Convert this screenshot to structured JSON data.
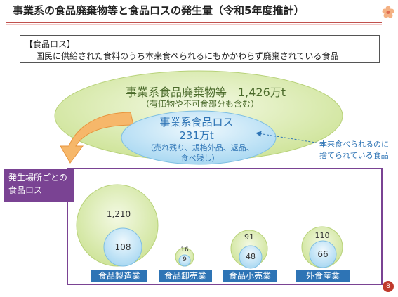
{
  "header": {
    "title": "事業系の食品廃棄物等と食品ロスの発生量（令和5年度推計）"
  },
  "definition": {
    "heading": "【食品ロス】",
    "body": "国民に供給された食料のうち本来食べられるにもかかわらず廃棄されている食品"
  },
  "outer_ellipse": {
    "title": "事業系食品廃棄物等　1,426万t",
    "subtitle": "（有価物や不可食部分も含む）"
  },
  "inner_ellipse": {
    "title": "事業系食品ロス",
    "value": "231万t",
    "note1": "（売れ残り、規格外品、返品、",
    "note2": "食べ残し）"
  },
  "annotation": {
    "line1": "本来食べられるのに",
    "line2": "捨てられている食品"
  },
  "side_label": {
    "line1": "発生場所ごとの",
    "line2": "食品ロス"
  },
  "categories": [
    {
      "name": "食品製造業",
      "waste": "1,210",
      "loss": "108"
    },
    {
      "name": "食品卸売業",
      "waste": "16",
      "loss": "9"
    },
    {
      "name": "食品小売業",
      "waste": "91",
      "loss": "48"
    },
    {
      "name": "外食産業",
      "waste": "110",
      "loss": "66"
    }
  ],
  "page": {
    "number": "8"
  },
  "colors": {
    "accent": "#c0504d",
    "purple": "#7a4393",
    "green_fill": "#d6e8a8",
    "blue_fill": "#bfe3f6",
    "label_blue": "#2e74b5"
  }
}
